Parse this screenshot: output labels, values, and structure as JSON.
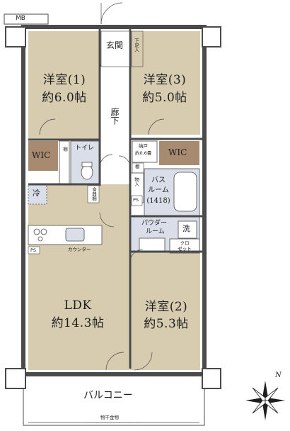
{
  "colors": {
    "room_beige": "#d8ccb0",
    "wic_brown": "#a78a6f",
    "wet_blue": "#d9dee8",
    "wall_dark": "#4a4a4a",
    "hall_white": "#ffffff"
  },
  "rooms": {
    "mb": "MB",
    "genkan": "玄関",
    "geta_ire": "下足入",
    "bedroom1_name": "洋室(1)",
    "bedroom1_size": "約6.0帖",
    "bedroom3_name": "洋室(3)",
    "bedroom3_size": "約5.0帖",
    "rouka": "廊下",
    "wic_left": "WIC",
    "shelf_left": "棚",
    "toilet": "トイレ",
    "nando": "納戸",
    "nando_size": "約0.6畳",
    "wic_right": "WIC",
    "shelf_right": "棚",
    "monoire": "物入",
    "bath_line1": "バス",
    "bath_line2": "ルーム",
    "bath_size": "(1418)",
    "fridge": "冷",
    "shokki": "食器棚",
    "powder_line1": "パウダー",
    "powder_line2": "ルーム",
    "washer": "洗",
    "ps_kitchen": "PS",
    "ps_bath": "PS",
    "counter": "カウンター",
    "closet_line1": "クロ",
    "closet_line2": "ゼット",
    "ldk_name": "LDK",
    "ldk_size": "約14.3帖",
    "bedroom2_name": "洋室(2)",
    "bedroom2_size": "約5.3帖",
    "balcony": "バルコニー",
    "laundry_pole": "物干金物",
    "north": "N"
  }
}
